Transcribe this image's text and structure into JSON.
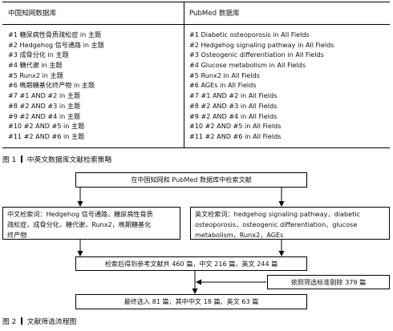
{
  "figure1": {
    "headers": [
      "中国知网数据库",
      "PubMed 数据库"
    ],
    "cnki_rows": [
      "#1 糖尿病性骨质疏松症 in 主题",
      "#2 Hedgehog 信号通路 in 主题",
      "#3 成骨分化 in 主题",
      "#4 糖代谢 in 主题",
      "#5 Runx2 in 主题",
      "#6 晚期糖基化终产物 in 主题",
      "#7 #1 AND #2 in 主题",
      "#8 #2 AND #3 in 主题",
      "#9 #2 AND #4 in 主题",
      "#10 #2 AND #5 in 主题",
      "#11 #2 AND #6 in 主题"
    ],
    "pubmed_rows": [
      "#1 Diabetic osteoporosis in All Fields",
      "#2 Hedgehog signaling pathway in All Fields",
      "#3 Osteogenic differentiation in All Fields",
      "#4 Glucose metabolism in All Fields",
      "#5 Runx2 in All Fields",
      "#6 AGEs in All Fields",
      "#7 #1 AND #2 in All Fields",
      "#8 #2 AND #3 in All Fields",
      "#9 #2 AND #4 in All Fields",
      "#10 #2 AND #5 in All Fields",
      "#11 #2 AND #6 in All Fields"
    ],
    "caption_num": "图 1",
    "caption_text": "中英文数据库文献检索策略"
  },
  "figure2": {
    "top": "在中国知网和 PubMed 数据库中检索文献",
    "left_lines": [
      "中文检索词：Hedgehog 信号通路，糖尿病性骨质",
      "疏松症，成骨分化，糖代谢，Runx2，晚期糖基化",
      "终产物"
    ],
    "right_lines": [
      "英文检索词：hedgehog signaling pathway，diabetic",
      "osteoporosis，osteogenic differentiation，glucose",
      "metabolism，Runx2，AGEs"
    ],
    "middle": "检索后得到参考文献共 460 篇，中文 216 篇，英文 244 篇",
    "exclude": "依照筛选标准剔除 379 篇",
    "final": "最终选入 81 篇，其中中文 18 篇、英文 63 篇",
    "caption_num": "图 2",
    "caption_text": "文献筛选流程图"
  }
}
